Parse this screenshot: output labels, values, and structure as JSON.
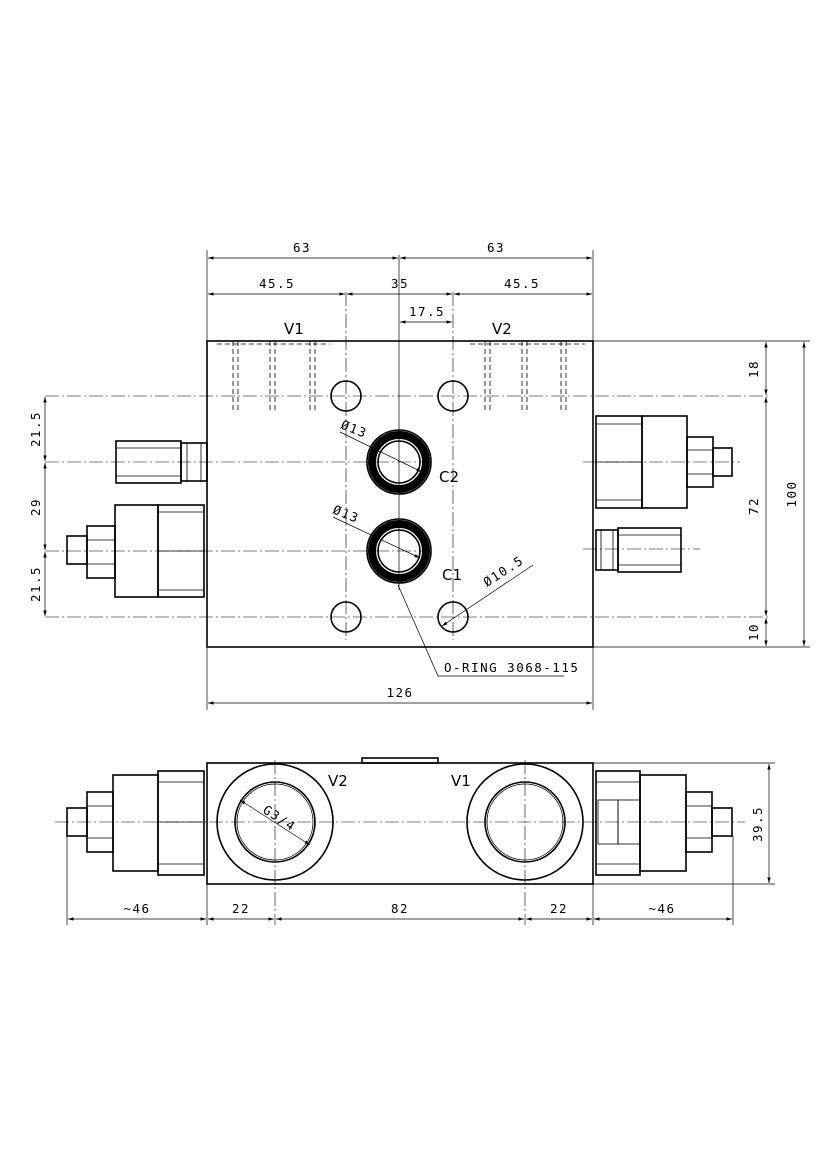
{
  "drawing": {
    "top_view": {
      "dims_horizontal": {
        "half_left": "63",
        "half_right": "63",
        "left_to_port": "45.5",
        "between_ports": "35",
        "right_to_port": "45.5",
        "port_offset": "17.5",
        "overall_width": "126"
      },
      "dims_vertical_left": {
        "upper": "21.5",
        "middle": "29",
        "lower": "21.5"
      },
      "dims_vertical_right": {
        "top": "18",
        "middle": "72",
        "bottom": "10",
        "overall": "100"
      },
      "labels": {
        "v1": "V1",
        "v2": "V2",
        "c1": "C1",
        "c2": "C2"
      },
      "diameters": {
        "c2_bore": "Ø13",
        "c1_bore": "Ø13",
        "mounting_hole": "Ø10.5"
      },
      "oring_note": "O-RING 3068-115"
    },
    "front_view": {
      "labels": {
        "v2": "V2",
        "v1": "V1"
      },
      "thread": "G3/4",
      "dims": {
        "left_valve": "~46",
        "left_port": "22",
        "between": "82",
        "right_port": "22",
        "right_valve": "~46",
        "height": "39.5"
      }
    }
  }
}
